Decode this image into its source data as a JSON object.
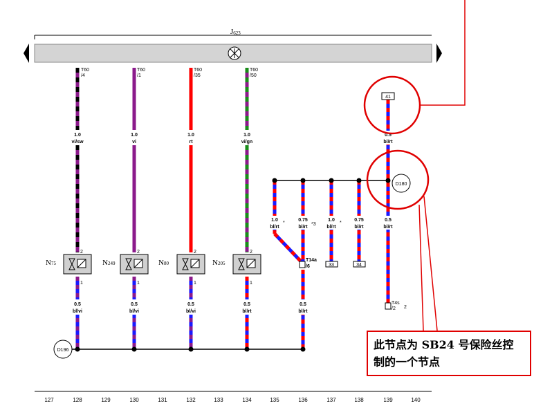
{
  "bus": {
    "label_main": "J",
    "label_sub": "623"
  },
  "connectors_top": [
    {
      "name": "T60",
      "pin": "/4"
    },
    {
      "name": "T60",
      "pin": "/1"
    },
    {
      "name": "T60",
      "pin": "/35"
    },
    {
      "name": "T60",
      "pin": "/50"
    }
  ],
  "wires_upper": [
    {
      "size": "1.0",
      "color": "vi/sw"
    },
    {
      "size": "1.0",
      "color": "vi"
    },
    {
      "size": "1.0",
      "color": "rt"
    },
    {
      "size": "1.0",
      "color": "vi/gn"
    }
  ],
  "valves": [
    {
      "main": "N",
      "sub": "75"
    },
    {
      "main": "N",
      "sub": "249"
    },
    {
      "main": "N",
      "sub": "80"
    },
    {
      "main": "N",
      "sub": "205"
    }
  ],
  "pin_top": "2",
  "pin_bottom": "1",
  "wires_lower": [
    {
      "size": "0.5",
      "color": "bl/vi"
    },
    {
      "size": "0.5",
      "color": "bl/vi"
    },
    {
      "size": "0.5",
      "color": "bl/vi"
    },
    {
      "size": "0.5",
      "color": "bl/rt"
    },
    {
      "size": "0.5",
      "color": "bl/rt"
    }
  ],
  "branches": [
    {
      "size": "1.0",
      "color": "bl/rt",
      "mark": "*"
    },
    {
      "size": "0.75",
      "color": "bl/rt",
      "mark": "*3"
    },
    {
      "size": "1.0",
      "color": "bl/rt",
      "mark": "*"
    },
    {
      "size": "0.75",
      "color": "bl/rt",
      "mark": ""
    }
  ],
  "connector_t14a": {
    "name": "T14a",
    "pin": "/6"
  },
  "boxes": [
    "33",
    "34"
  ],
  "col139": {
    "box": "41",
    "upper": {
      "size": "0.5",
      "color": "bl/rt"
    },
    "lower": {
      "size": "0.5",
      "color": "bl/rt"
    },
    "connector": {
      "name": "T4s",
      "pin": "/2",
      "pin2": "2"
    }
  },
  "ground_points": [
    "D196",
    "D180"
  ],
  "column_numbers": [
    "127",
    "128",
    "129",
    "130",
    "131",
    "132",
    "133",
    "134",
    "135",
    "136",
    "137",
    "138",
    "139",
    "140"
  ],
  "note_text": "此节点为 SB24 号保险丝控制的一个节点",
  "colors": {
    "violet": "#8b1a8b",
    "black": "#000000",
    "red": "#ff0000",
    "blue": "#1a1aff",
    "green": "#1a8c1a",
    "callout": "#e00000",
    "bar": "#d4d4d4"
  }
}
